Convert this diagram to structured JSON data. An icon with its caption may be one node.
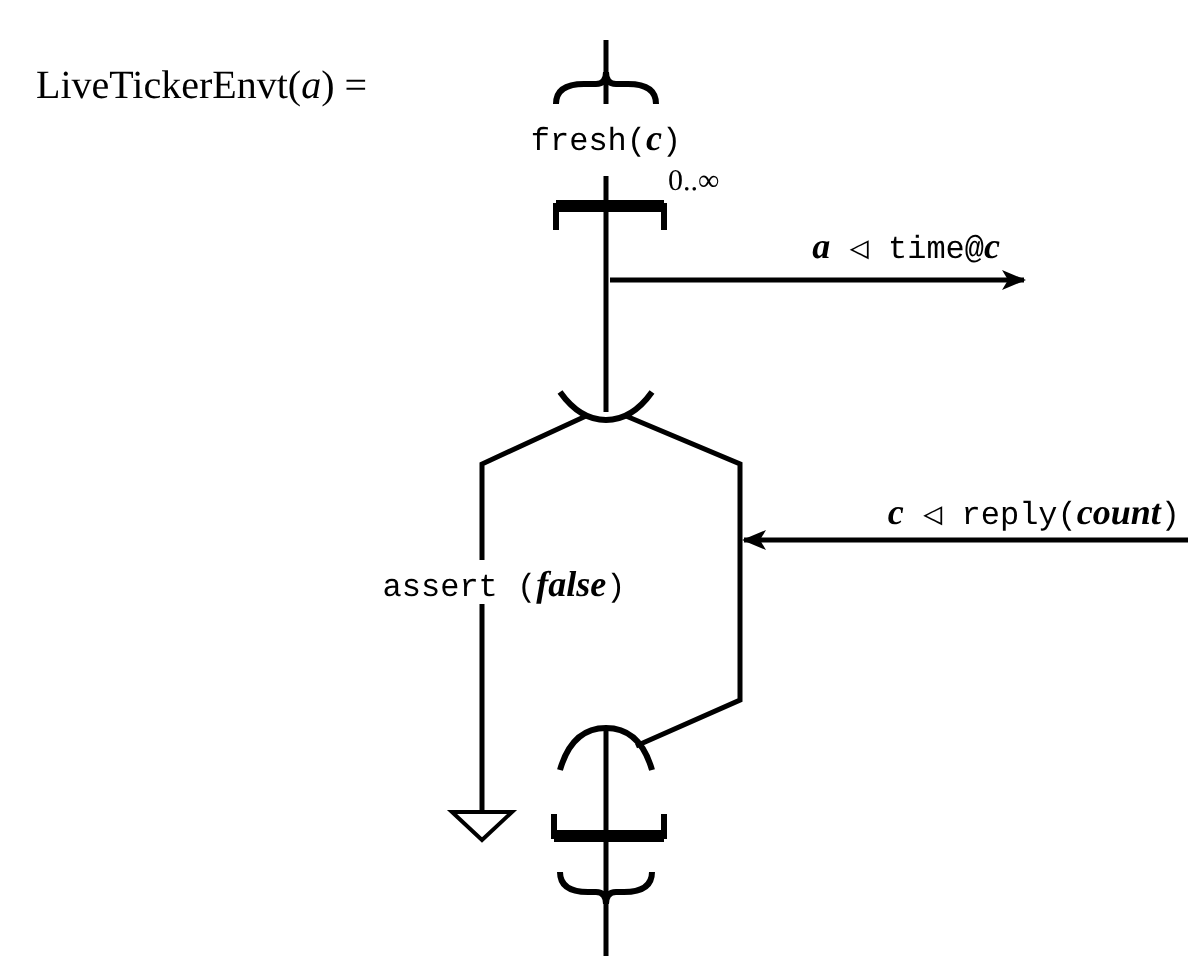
{
  "diagram": {
    "title": "LiveTickerEnvt(*a*) =",
    "labels": [
      "fresh(*c*)",
      "0..∞",
      "*a* ◁ time@*c*",
      "*c* ◁ reply(*count*)",
      "assert (*false*)"
    ]
  }
}
